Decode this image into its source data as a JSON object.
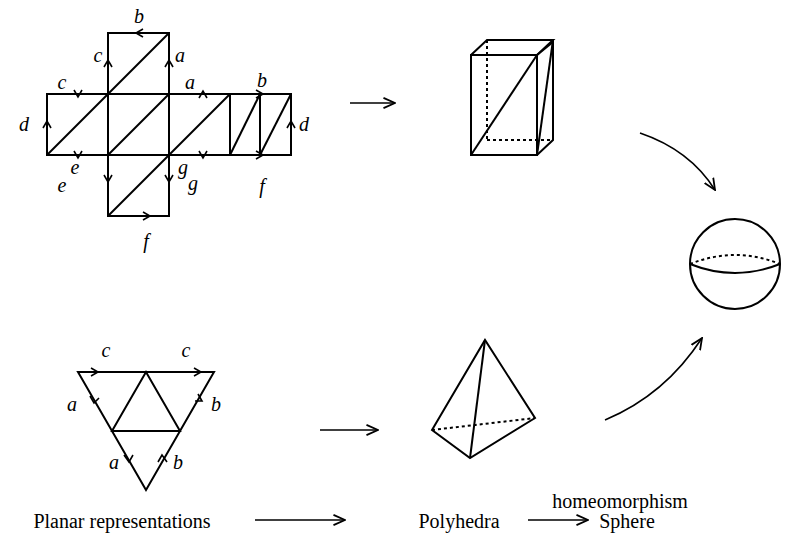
{
  "diagram": {
    "labels": [
      "b",
      "c",
      "c",
      "a",
      "a",
      "b",
      "d",
      "d",
      "e",
      "e",
      "g",
      "g",
      "f",
      "f",
      "c",
      "c",
      "a",
      "b",
      "a",
      "b",
      "Planar representations",
      "homeomorphism",
      "Polyhedra",
      "Sphere"
    ]
  }
}
